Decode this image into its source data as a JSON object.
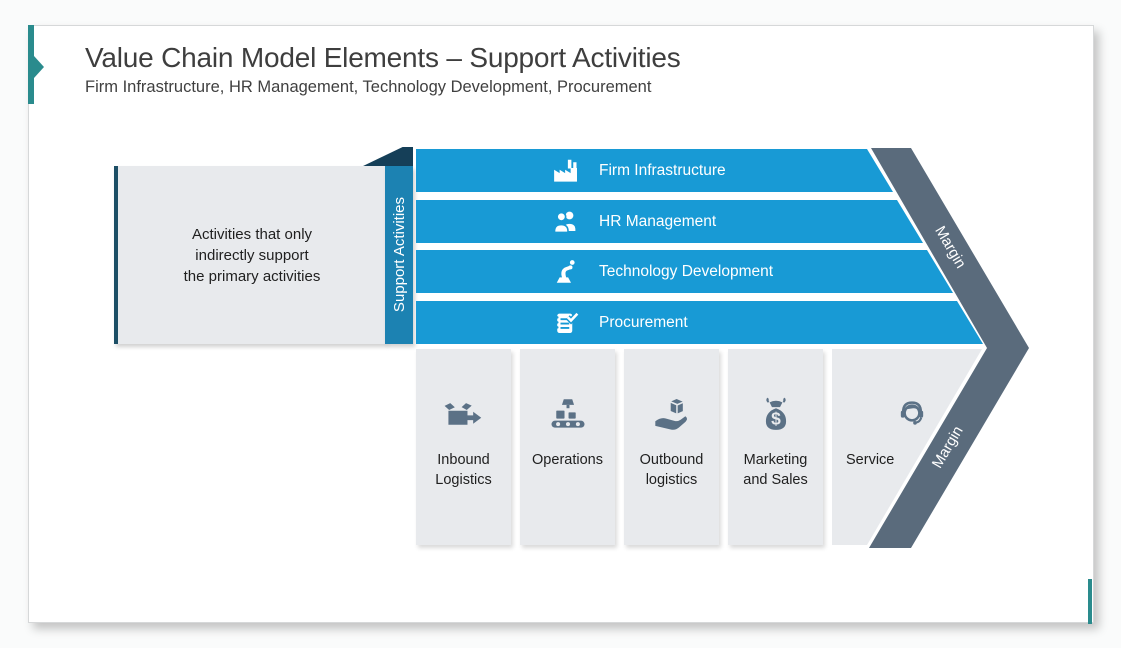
{
  "slide": {
    "title": "Value Chain Model Elements – Support Activities",
    "subtitle": "Firm Infrastructure, HR Management, Technology Development, Procurement"
  },
  "diagram": {
    "side_note": "Activities that only\nindirectly support\nthe primary activities",
    "support_axis_label": "Support Activities",
    "support_rows": [
      {
        "label": "Firm Infrastructure",
        "icon": "factory-icon"
      },
      {
        "label": "HR Management",
        "icon": "people-icon"
      },
      {
        "label": "Technology Development",
        "icon": "robot-arm-icon"
      },
      {
        "label": "Procurement",
        "icon": "checklist-icon"
      }
    ],
    "primary_columns": [
      {
        "label": "Inbound Logistics",
        "icon": "open-box-arrow-icon"
      },
      {
        "label": "Operations",
        "icon": "conveyor-icon"
      },
      {
        "label": "Outbound logistics",
        "icon": "hand-box-icon"
      },
      {
        "label": "Marketing and Sales",
        "icon": "money-bag-icon"
      },
      {
        "label": "Service",
        "icon": "headset-icon"
      }
    ],
    "margin_labels": {
      "top": "Margin",
      "bottom": "Margin"
    }
  },
  "colors": {
    "accent_teal": "#2a8b8d",
    "row_blue": "#189ad5",
    "support_bar_blue": "#1c82b2",
    "fold_navy": "#153f58",
    "margin_band_gray": "#5a6b7c",
    "panel_gray": "#e8eaed",
    "icon_slate": "#5b7186",
    "title_gray": "#3e3e3e"
  }
}
